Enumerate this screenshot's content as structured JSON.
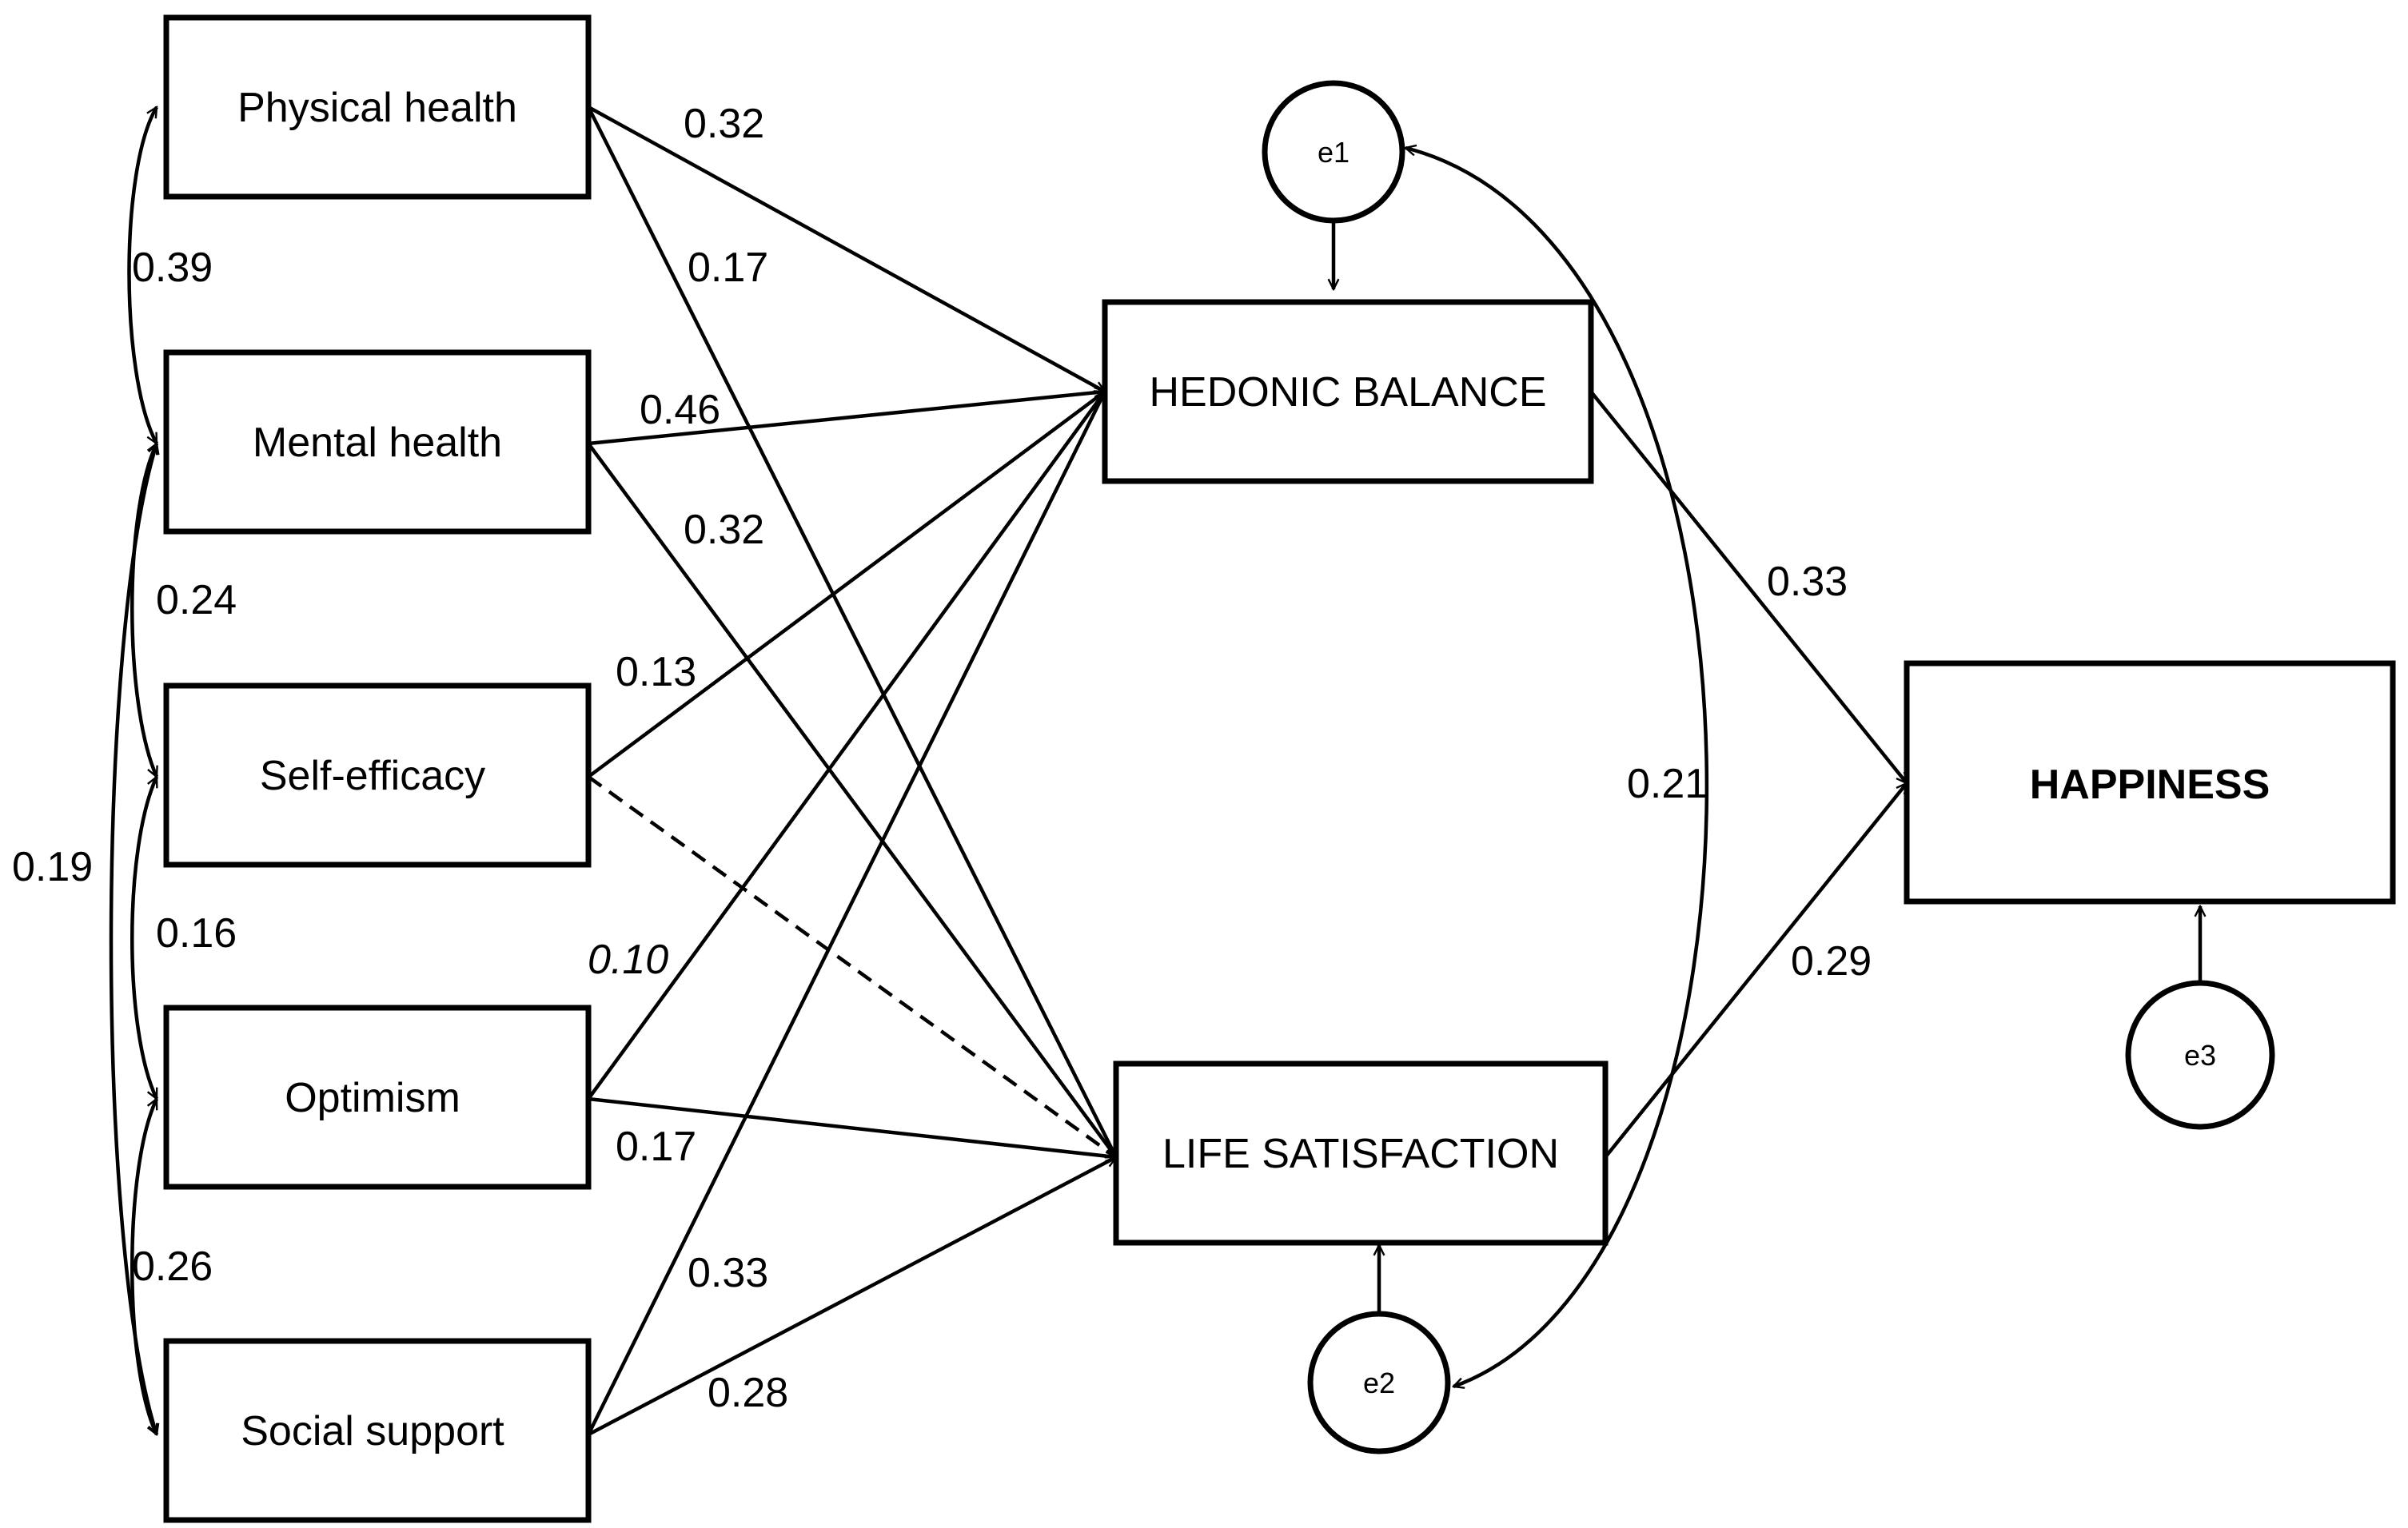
{
  "predictors": {
    "physical_health": "Physical health",
    "mental_health": "Mental health",
    "self_efficacy": "Self-efficacy",
    "optimism": "Optimism",
    "social_support": "Social support"
  },
  "mediators": {
    "hedonic_balance": "HEDONIC BALANCE",
    "life_satisfaction": "LIFE SATISFACTION"
  },
  "outcome": {
    "happiness": "HAPPINESS"
  },
  "errors": {
    "e1": "e1",
    "e2": "e2",
    "e3": "e3"
  },
  "coefficients": {
    "ph_hb": "0.32",
    "ph_ls": "0.17",
    "mh_hb": "0.46",
    "mh_ls": "0.32",
    "se_hb": "0.13",
    "op_hb": "0.10",
    "op_ls": "0.17",
    "ss_hb": "0.33",
    "ss_ls": "0.28",
    "hb_hap": "0.33",
    "ls_hap": "0.29",
    "e1_e2": "0.21",
    "ph_mh": "0.39",
    "mh_se": "0.24",
    "se_op": "0.16",
    "op_ss": "0.26",
    "mh_ss": "0.19"
  },
  "styles": {
    "stroke": "#000000",
    "background": "#ffffff",
    "dashed_path": "self_efficacy -> life_satisfaction (non-significant)"
  }
}
